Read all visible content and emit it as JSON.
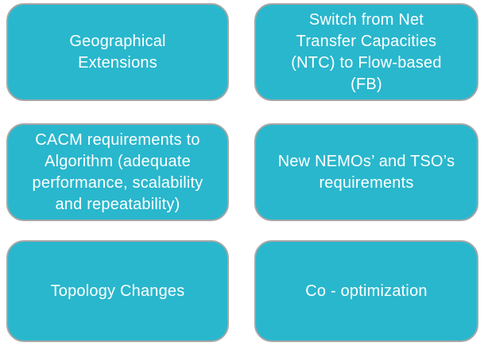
{
  "colors": {
    "box_fill": "#29B7CD",
    "box_border": "#A6A6A6",
    "label_text": "#FFFFFF",
    "background": "#FFFFFF"
  },
  "boxes": [
    {
      "id": "geographical-extensions",
      "label": "Geographical\nExtensions"
    },
    {
      "id": "ntc-to-flow-based",
      "label": "Switch from Net\nTransfer Capacities\n(NTC) to Flow-based\n(FB)"
    },
    {
      "id": "cacm-requirements",
      "label": "CACM requirements to\nAlgorithm (adequate\nperformance, scalability\nand repeatability)"
    },
    {
      "id": "nemo-tso-requirements",
      "label": "New NEMOs’ and TSO’s\nrequirements"
    },
    {
      "id": "topology-changes",
      "label": "Topology Changes"
    },
    {
      "id": "co-optimization",
      "label": "Co - optimization"
    }
  ]
}
